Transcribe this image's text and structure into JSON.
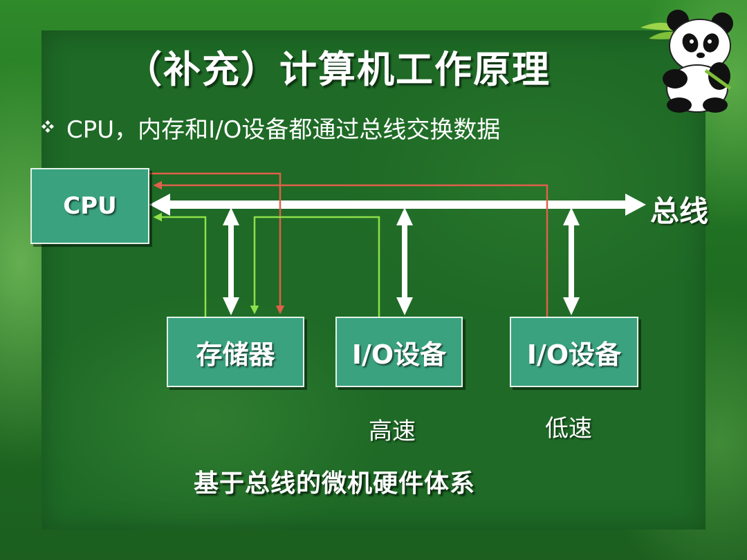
{
  "slide": {
    "title": "（补充）计算机工作原理",
    "bullet": {
      "icon": "diamond-bullet-icon",
      "text": "CPU，内存和I/O设备都通过总线交换数据"
    }
  },
  "diagram": {
    "cpu_label": "CPU",
    "bus_label": "总线",
    "memory_label": "存储器",
    "io_high_label": "I/O设备",
    "io_low_label": "I/O设备",
    "io_high_speed": "高速",
    "io_low_speed": "低速",
    "caption": "基于总线的微机硬件体系"
  },
  "colors": {
    "box_fill": "#3aa27f",
    "bus": "#ffffff",
    "red_line": "#e0604a",
    "green_line": "#8fe04a",
    "background": "#1e6a26"
  },
  "decorations": {
    "mascot": "panda-icon"
  }
}
